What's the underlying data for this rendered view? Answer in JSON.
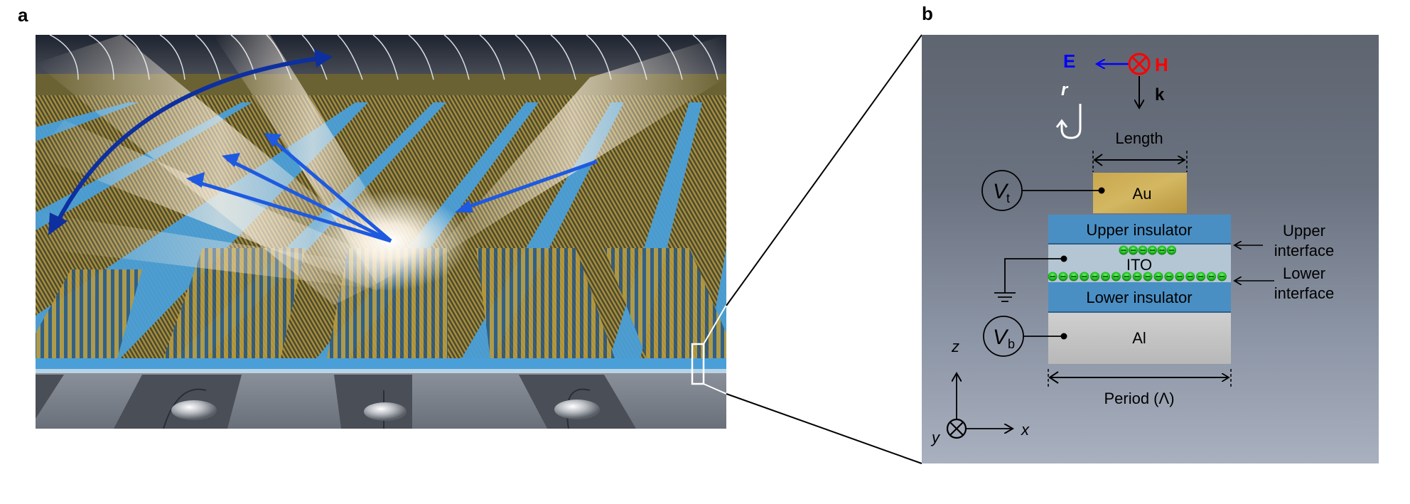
{
  "figure": {
    "panels": [
      {
        "id": "a",
        "label": "a",
        "description": "3D rendering of metasurface array with gold finger gratings on blue insulator strips, reflected light beams and steering arrows"
      },
      {
        "id": "b",
        "label": "b",
        "description": "Cross-section schematic of unit cell"
      }
    ]
  },
  "panel_a": {
    "label": "a",
    "colors": {
      "insulator": "#4a9fd8",
      "gold": "#b89a3c",
      "base": "#6f7580",
      "arrow": "#1a4fd0",
      "arrow_dark": "#0d2a8a"
    }
  },
  "panel_b": {
    "label": "b",
    "polarization": {
      "E_label": "E",
      "H_label": "H",
      "k_label": "k",
      "r_label": "r",
      "E_color": "#0000ff",
      "H_color": "#ff0000"
    },
    "dimension_length": "Length",
    "dimension_period": "Period (Λ)",
    "layers": [
      {
        "name": "Au",
        "label": "Au",
        "color": "#c9a84e"
      },
      {
        "name": "upper-insulator",
        "label": "Upper insulator",
        "color": "#4a8fc4"
      },
      {
        "name": "ito",
        "label": "ITO",
        "color": "#b4c6d4"
      },
      {
        "name": "lower-insulator",
        "label": "Lower insulator",
        "color": "#4a8fc4"
      },
      {
        "name": "al",
        "label": "Al",
        "color": "#c4c4c4"
      }
    ],
    "voltages": {
      "top": {
        "main": "V",
        "sub": "t"
      },
      "bottom": {
        "main": "V",
        "sub": "b"
      }
    },
    "interfaces": {
      "upper": [
        "Upper",
        "interface"
      ],
      "lower": [
        "Lower",
        "interface"
      ]
    },
    "axes": {
      "z": "z",
      "x": "x",
      "y": "y"
    },
    "electrons": {
      "upper_count": 6,
      "lower_count": 17,
      "color": "#2fd02f"
    }
  }
}
